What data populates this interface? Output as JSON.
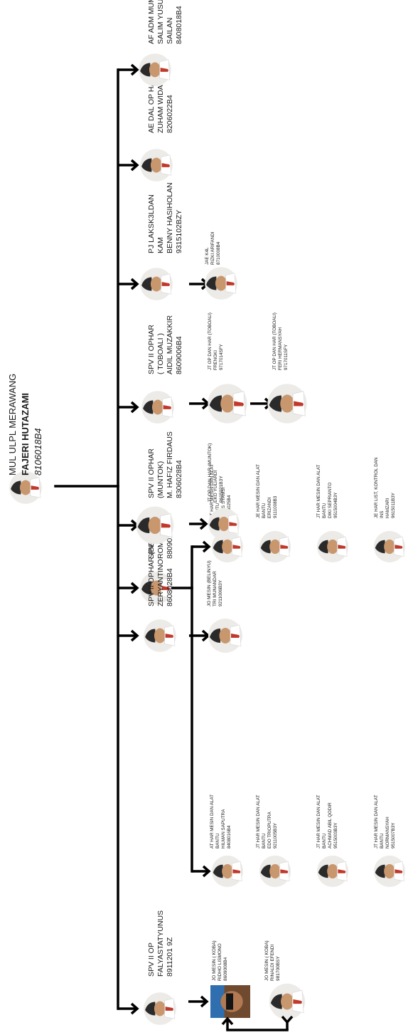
{
  "head": {
    "title": "MUL ULPL MERAWANG",
    "name": "FAJERI HUTAZAMI",
    "nip": "8106018B4"
  },
  "branches": [
    {
      "key": "faly",
      "lines": [
        "SPV II OP",
        "FALYASTATYUNUS",
        "8911201 9Z"
      ],
      "children": [
        {
          "lines": [
            "JO MESIN ( KOBA)",
            "RIDHO LISMONO",
            "8609008B4"
          ]
        },
        {
          "lines": [
            "JO MESIN ( KOBA)",
            "RINALDI EFENDI",
            "981700BSY"
          ]
        }
      ]
    },
    {
      "key": "roman",
      "lines": [
        "SPV II HAR",
        "ROMANSYAH",
        "8809014B4"
      ],
      "children": [
        {
          "lines": [
            "AT HAR MESIN DAN ALAT",
            "BANTU",
            "HILMAN SAPUTRA",
            "8408016B4"
          ]
        },
        {
          "lines": [
            "AT HAR MESIN DAN ALAT",
            "BANTU",
            "AULIS SYAMSI",
            "8106025B4"
          ]
        },
        {
          "lines": [
            "JT HAR MESIN DAN ALAT",
            "BANTU",
            "EDO TRIOPUTRA",
            "9211005B3Y"
          ]
        },
        {
          "lines": [
            "JE HAR MESIN DAN ALAT",
            "BANTU",
            "ERIZANDI",
            "9111008B3"
          ]
        },
        {
          "lines": [
            "JT HAR MESIN DAN ALAT",
            "BANTU",
            "ACHMAD ABIL QODIR",
            "9515003B3Y"
          ]
        },
        {
          "lines": [
            "JT HAR MESIN DAN ALAT",
            "BANTU",
            "DIKI SEPRIANTO",
            "9515004B3Y"
          ]
        },
        {
          "lines": [
            "JT HAR MESIN DAN ALAT",
            "BANTU",
            "NORMANSYAH",
            "9515007B3Y"
          ]
        },
        {
          "lines": [
            "JE HAR LIST, KONTROL DAN",
            "INS",
            "HAMZARI",
            "9615011B3Y"
          ]
        }
      ]
    },
    {
      "key": "zery",
      "lines": [
        "SPV II OPHAR (BELINYU)",
        "ZERYANTINO",
        "8608028B4"
      ],
      "children": [
        {
          "lines": [
            "JO MESIN (BELINYU)",
            "TRI MUNANDAR",
            "9211006B3Y"
          ]
        }
      ]
    },
    {
      "key": "hafiz",
      "lines": [
        "SPV II OPHAR",
        "(MUNTOK)",
        "M. HAFIZ FIRDAUS",
        "8306028B4"
      ],
      "children": [
        {
          "lines": [
            "JT OP DAN HAR (MUNTOK)",
            "EKO YULIARDI",
            "9615021B3Y"
          ]
        }
      ]
    },
    {
      "key": "aidil",
      "lines": [
        "SPV II OPHAR",
        "( TOBOALI )",
        "AIDIL MUZAKKIR",
        "8609006B4"
      ],
      "children": [
        {
          "lines": [
            "JT OP DAN HAR (TOBOALI)",
            "FRENGKI",
            "9717014SFY"
          ]
        },
        {
          "lines": [
            "JT OP DAN HAR (TOBOALI)",
            "FERI HERMANSYAH",
            "9717011SFY"
          ]
        }
      ]
    },
    {
      "key": "benny",
      "lines": [
        "PJ LAKSK3LDAN",
        "KAM",
        "BENNY HASIHOLAN",
        "9315102BZY"
      ],
      "children": [
        {
          "lines": [
            "JAE K4L",
            "RIZKI ARIFANDI",
            "8710008B4"
          ]
        }
      ]
    },
    {
      "key": "zuham",
      "lines": [
        "AE DAL OP HAR",
        "ZUHAM WIDA",
        "8206022B4"
      ],
      "children": []
    },
    {
      "key": "salim",
      "lines": [
        "AF ADM MUM",
        "SALIM YUSUF",
        "SAILAN",
        "8408018B4"
      ],
      "children": []
    }
  ],
  "icons": {
    "person": "person-portrait-icon",
    "photo": "person-photo",
    "arrow": "arrow-right-icon"
  },
  "colors": {
    "tie": "#c0392b",
    "line": "#000000",
    "text": "#1b1b1b"
  }
}
